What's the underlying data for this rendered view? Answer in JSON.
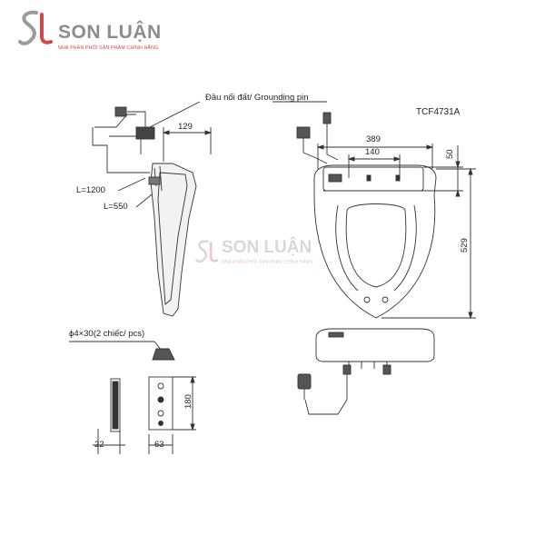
{
  "brand": {
    "name": "SON LUẬN",
    "tagline": "NHÀ PHÂN PHỐI SẢN PHẨM CHÍNH HÃNG",
    "accent": "#d0474c",
    "text_color": "#8c8c8c"
  },
  "watermark": {
    "name": "SON LUẬN",
    "tagline": "NHÀ PHÂN PHỐI SẢN PHẨM CHÍNH HÃNG"
  },
  "drawing": {
    "model": "TCF4731A",
    "grounding_label": "Đầu nối đất/ Grounding pin",
    "screw_label": "ϕ4×30(2 chiếc/ pcs)",
    "cable_long": "L=1200",
    "cable_short": "L=550",
    "dims": {
      "side_depth": "129",
      "seat_width": "389",
      "inner_width": "140",
      "top_offset": "50",
      "seat_length": "529",
      "plate_height": "180",
      "plate_thickness": "22",
      "plate_width": "63"
    }
  }
}
